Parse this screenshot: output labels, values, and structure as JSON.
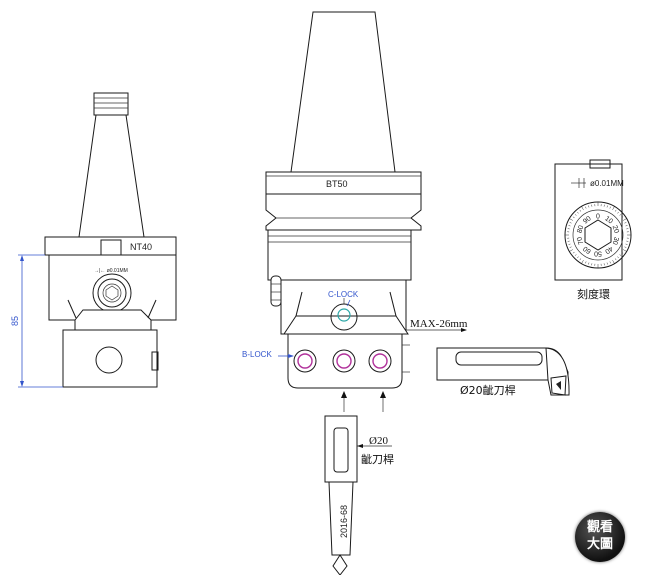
{
  "labels": {
    "nt40": "NT40",
    "dim_85": "85",
    "small_dial_note": "→|← ø0.01MM",
    "bt50": "BT50",
    "c_lock": "C-LOCK",
    "b_lock": "B-LOCK",
    "max_26": "MAX-26mm",
    "bar_20": "Ø20齜刀桿",
    "dia_20": "Ø20",
    "bar_name": "齜刀桿",
    "insert_code": "2016-68",
    "dial_note": "ø0.01MM",
    "dial_caption": "刻度環"
  },
  "dial_scale": [
    "0",
    "10",
    "20",
    "30",
    "40",
    "50",
    "60",
    "70",
    "80",
    "90"
  ],
  "view_large_button": {
    "line1": "觀看",
    "line2": "大圖"
  },
  "colors": {
    "blue": "#3355cc",
    "magenta": "#b0309a",
    "cyan": "#2aa7a7"
  }
}
